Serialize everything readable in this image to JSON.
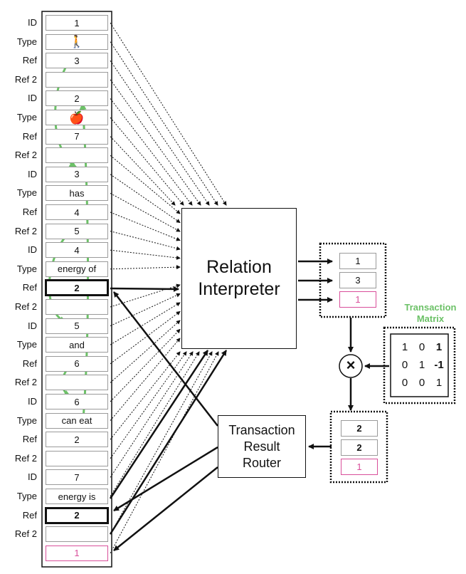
{
  "memory": {
    "rows": [
      {
        "label": "ID",
        "value": "1"
      },
      {
        "label": "Type",
        "value": "",
        "icon": "walking-person-icon"
      },
      {
        "label": "Ref",
        "value": "3"
      },
      {
        "label": "Ref 2",
        "value": ""
      },
      {
        "label": "ID",
        "value": "2"
      },
      {
        "label": "Type",
        "value": "",
        "icon": "apple-icon"
      },
      {
        "label": "Ref",
        "value": "7"
      },
      {
        "label": "Ref 2",
        "value": ""
      },
      {
        "label": "ID",
        "value": "3"
      },
      {
        "label": "Type",
        "value": "has"
      },
      {
        "label": "Ref",
        "value": "4"
      },
      {
        "label": "Ref 2",
        "value": "5"
      },
      {
        "label": "ID",
        "value": "4"
      },
      {
        "label": "Type",
        "value": "energy of"
      },
      {
        "label": "Ref",
        "value": "2",
        "bold": true
      },
      {
        "label": "Ref 2",
        "value": ""
      },
      {
        "label": "ID",
        "value": "5"
      },
      {
        "label": "Type",
        "value": "and"
      },
      {
        "label": "Ref",
        "value": "6"
      },
      {
        "label": "Ref 2",
        "value": ""
      },
      {
        "label": "ID",
        "value": "6"
      },
      {
        "label": "Type",
        "value": "can eat"
      },
      {
        "label": "Ref",
        "value": "2"
      },
      {
        "label": "Ref 2",
        "value": ""
      },
      {
        "label": "ID",
        "value": "7"
      },
      {
        "label": "Type",
        "value": "energy is"
      },
      {
        "label": "Ref",
        "value": "2",
        "bold": true
      },
      {
        "label": "Ref 2",
        "value": ""
      },
      {
        "label": "",
        "value": "1",
        "pink": true
      }
    ]
  },
  "interpreter": {
    "line1": "Relation",
    "line2": "Interpreter"
  },
  "router": {
    "line1": "Transaction",
    "line2": "Result",
    "line2b": "Router"
  },
  "input_vector": {
    "values": [
      "1",
      "3",
      "1"
    ]
  },
  "output_vector": {
    "values": [
      "2",
      "2",
      "1"
    ]
  },
  "matrix": {
    "title_line1": "Transaction",
    "title_line2": "Matrix",
    "rows": [
      [
        "1",
        "0",
        "1"
      ],
      [
        "0",
        "1",
        "-1"
      ],
      [
        "0",
        "0",
        "1"
      ]
    ]
  },
  "multiply_symbol": "×",
  "colors": {
    "accent_green": "#6cc167",
    "pink": "#d94f9a",
    "ink": "#111111"
  }
}
